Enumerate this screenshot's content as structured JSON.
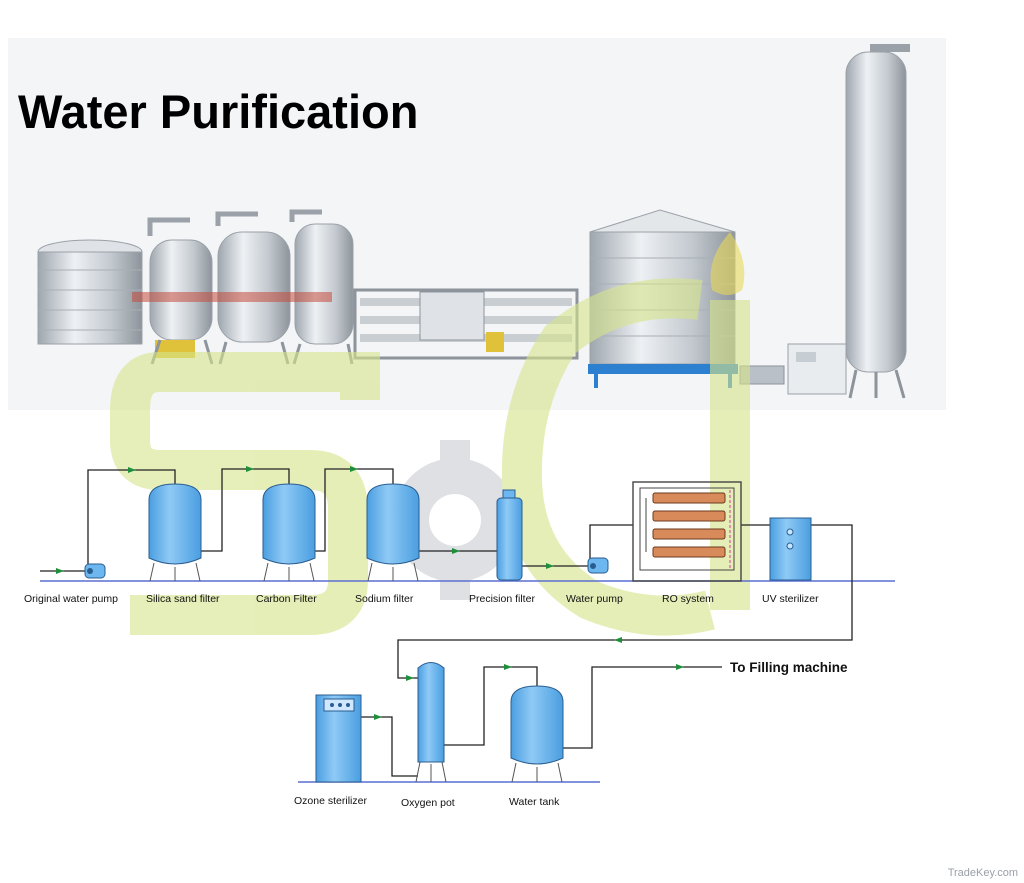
{
  "title": "Water Purification",
  "watermark": "TradeKey.com",
  "colors": {
    "equipment_fill": "#6cb7ef",
    "equipment_stroke": "#2a5d8f",
    "pipe": "#222222",
    "baseline": "#5a6fd0",
    "arrow": "#1e8f3a",
    "logo_overlay": "#d6e48a"
  },
  "row1_labels": {
    "pump1": "Original water pump",
    "silica": "Silica sand filter",
    "carbon": "Carbon Filter",
    "sodium": "Sodium filter",
    "precision": "Precision filter",
    "pump2": "Water pump",
    "ro": "RO system",
    "uv": "UV sterilizer"
  },
  "row2_labels": {
    "ozone": "Ozone sterilizer",
    "oxygen": "Oxygen pot",
    "tank": "Water tank",
    "filling": "To Filling machine"
  }
}
